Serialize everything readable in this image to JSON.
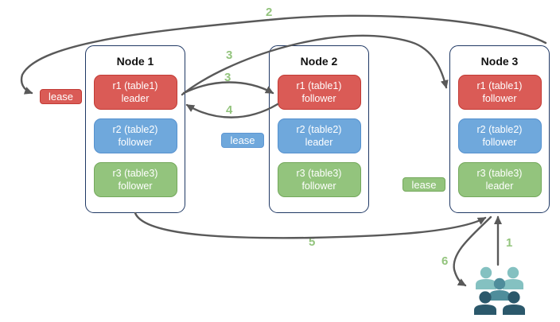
{
  "colors": {
    "red_fill": "#DA5B56",
    "red_border": "#C23B35",
    "blue_fill": "#6FA8DC",
    "blue_border": "#5691CE",
    "green_fill": "#93C47D",
    "green_border": "#74A85C",
    "node_border": "#1F3864",
    "node_fill": "#FFFFFF",
    "arrow": "#595959",
    "step_number": "#93C47D",
    "users_light": "#84C1C1",
    "users_mid": "#4F8D9B",
    "users_dark": "#2B586B"
  },
  "nodes": [
    {
      "title": "Node 1",
      "replicas": [
        {
          "name": "r1 (table1)",
          "role": "leader",
          "color": "red"
        },
        {
          "name": "r2 (table2)",
          "role": "follower",
          "color": "blue"
        },
        {
          "name": "r3 (table3)",
          "role": "follower",
          "color": "green"
        }
      ]
    },
    {
      "title": "Node 2",
      "replicas": [
        {
          "name": "r1 (table1)",
          "role": "follower",
          "color": "red"
        },
        {
          "name": "r2 (table2)",
          "role": "leader",
          "color": "blue"
        },
        {
          "name": "r3 (table3)",
          "role": "follower",
          "color": "green"
        }
      ]
    },
    {
      "title": "Node 3",
      "replicas": [
        {
          "name": "r1 (table1)",
          "role": "follower",
          "color": "red"
        },
        {
          "name": "r2 (table2)",
          "role": "follower",
          "color": "blue"
        },
        {
          "name": "r3 (table3)",
          "role": "leader",
          "color": "green"
        }
      ]
    }
  ],
  "leases": [
    {
      "label": "lease",
      "color": "red"
    },
    {
      "label": "lease",
      "color": "blue"
    },
    {
      "label": "lease",
      "color": "green"
    }
  ],
  "steps": {
    "s1": "1",
    "s2": "2",
    "s3a": "3",
    "s3b": "3",
    "s4": "4",
    "s5": "5",
    "s6": "6"
  },
  "icons": {
    "users": "users-group-icon"
  },
  "edges": [
    {
      "step": "1",
      "from": "users",
      "to": "node3-r3-leader"
    },
    {
      "step": "2",
      "from": "node3",
      "to": "lease-red"
    },
    {
      "step": "3",
      "from": "node1-r1-leader",
      "to": "node2-r1-follower"
    },
    {
      "step": "3",
      "from": "node1-r1-leader",
      "to": "node3-r1-follower"
    },
    {
      "step": "4",
      "from": "node2-r1-follower",
      "to": "node1-r1-leader"
    },
    {
      "step": "5",
      "from": "node1",
      "to": "node3"
    },
    {
      "step": "6",
      "from": "node3",
      "to": "users"
    }
  ]
}
